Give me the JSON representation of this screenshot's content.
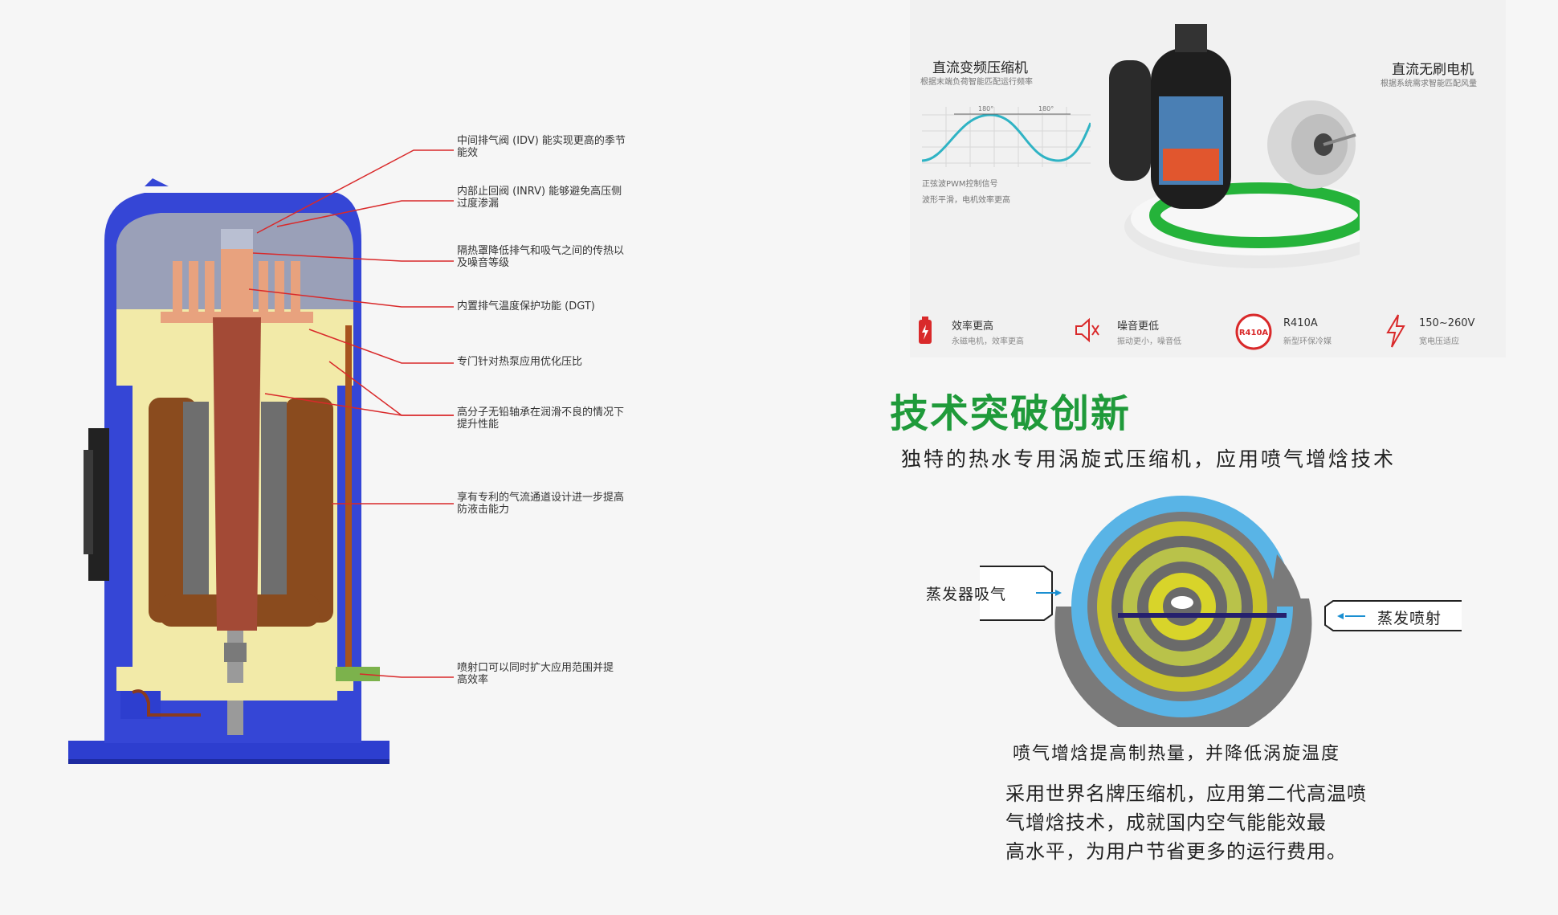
{
  "callouts": [
    {
      "line1": "中间排气阀 (IDV) 能实现更高的季节",
      "line2": "能效"
    },
    {
      "line1": "内部止回阀 (INRV) 能够避免高压侧",
      "line2": "过度渗漏"
    },
    {
      "line1": "隔热罩降低排气和吸气之间的传热以",
      "line2": "及噪音等级"
    },
    {
      "line1": "内置排气温度保护功能 (DGT)",
      "line2": ""
    },
    {
      "line1": "专门针对热泵应用优化压比",
      "line2": ""
    },
    {
      "line1": "高分子无铅轴承在润滑不良的情况下",
      "line2": "提升性能"
    },
    {
      "line1": "享有专利的气流通道设计进一步提高",
      "line2": "防液击能力"
    },
    {
      "line1": "喷射口可以同时扩大应用范围并提",
      "line2": "高效率"
    }
  ],
  "product": {
    "compressor_title": "直流变频压缩机",
    "compressor_sub": "根据末端负荷智能匹配运行频率",
    "motor_title": "直流无刷电机",
    "motor_sub": "根据系统需求智能匹配风量",
    "wave_label_a": "180°",
    "wave_label_b": "180°",
    "wave_note1": "正弦波PWM控制信号",
    "wave_note2": "波形平滑，电机效率更高",
    "r410a_badge": "R410A",
    "features": [
      {
        "title": "效率更高",
        "sub": "永磁电机，效率更高",
        "icon": "battery-icon"
      },
      {
        "title": "噪音更低",
        "sub": "振动更小，噪音低",
        "icon": "speaker-mute-icon"
      },
      {
        "title": "R410A",
        "sub": "新型环保冷媒",
        "icon": "r410a-badge-icon"
      },
      {
        "title": "150~260V",
        "sub": "宽电压适应",
        "icon": "lightning-icon"
      }
    ]
  },
  "heading": "技术突破创新",
  "subheading": "独特的热水专用涡旋式压缩机，应用喷气增焓技术",
  "scroll": {
    "left_label": "蒸发器吸气",
    "right_label": "蒸发喷射"
  },
  "caption": "喷气增焓提高制热量，并降低涡旋温度",
  "paragraph": [
    "采用世界名牌压缩机，应用第二代高温喷",
    "气增焓技术，成就国内空气能能效最",
    "高水平，为用户节省更多的运行费用。"
  ],
  "colors": {
    "accent_green": "#1f9a3a",
    "casing_blue": "#2f3fd0",
    "leader_red": "#d9292a",
    "scroll_blue": "#59b4e6"
  }
}
